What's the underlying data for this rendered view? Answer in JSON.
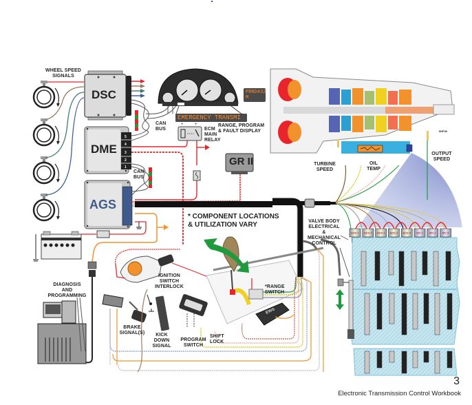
{
  "page": {
    "number": "3",
    "footer": "Electronic Transmission Control Workbook"
  },
  "modules": {
    "dsc": "DSC",
    "dme": "DME",
    "ags": "AGS",
    "gr2": "GR II",
    "ews": "EWS"
  },
  "dme_pins": [
    "5",
    "4",
    "3",
    "2",
    "1"
  ],
  "cluster": {
    "gear_display": "PRND432\nM",
    "message": "EMERGENCY TRANSMI"
  },
  "labels": {
    "wheel_speed": "WHEEL SPEED\nSIGNALS",
    "can_bus_1": "CAN\nBUS",
    "can_bus_2": "CAN\nBUS",
    "display": "RANGE, PROGRAM\n& FAULT DISPLAY",
    "ecm_relay": "ECM\nMAIN\nRELAY",
    "turbine_speed": "TURBINE\nSPEED",
    "oil_temp": "OIL\nTEMP",
    "output_speed": "OUTPUT\nSPEED",
    "valve_body": "VALVE BODY\nELECTRICAL\n&\nMECHANICAL\nCONTROL",
    "note": "* COMPONENT LOCATIONS\n  & UTILIZATION VARY",
    "diagnosis": "DIAGNOSIS\nAND\nPROGRAMMING",
    "ignition": "IGNITION\nSWITCH\nINTERLOCK",
    "range_switch": "*RANGE\nSWITCH",
    "brake": "BRAKE\nSIGNAL(S)",
    "kickdown": "KICK\nDOWN\nSIGNAL",
    "program_switch": "PROGRAM\nSWITCH",
    "shift_lock": "SHIFT\nLOCK",
    "part_code": "5HP30"
  },
  "solenoids": [
    "EDS 1",
    "EDS 4",
    "EDS 3",
    "EDS 2",
    "EDS 5",
    "MV 1",
    "MV 2",
    "MV 3"
  ],
  "colors": {
    "wire_red": "#e8252b",
    "wire_brown": "#9a7a62",
    "wire_teal": "#3f7a70",
    "wire_blue": "#3d5f9c",
    "wire_orange": "#f2922c",
    "wire_green": "#1f9a3c",
    "harness": "#111111",
    "valve_body": "#bfe3ee",
    "ags_connector": "#3e5b8c",
    "arrow_green": "#1f9a3c",
    "lcd_text": "#ff8a2a"
  }
}
